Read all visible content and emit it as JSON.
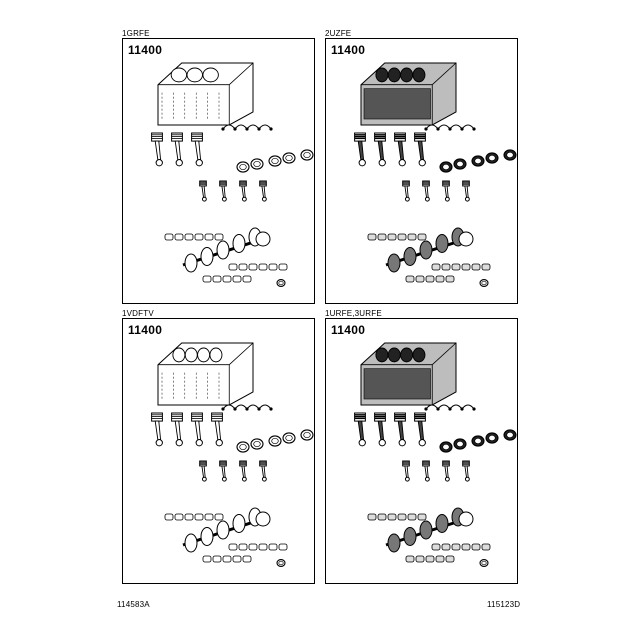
{
  "panels": [
    {
      "engine": "1GRFE",
      "part_number": "11400"
    },
    {
      "engine": "2UZFE",
      "part_number": "11400"
    },
    {
      "engine": "1VDFTV",
      "part_number": "11400"
    },
    {
      "engine": "1URFE,3URFE",
      "part_number": "11400"
    }
  ],
  "footer": {
    "left_code": "114583A",
    "right_code": "115123D"
  },
  "colors": {
    "ink": "#000000",
    "paper": "#ffffff"
  }
}
